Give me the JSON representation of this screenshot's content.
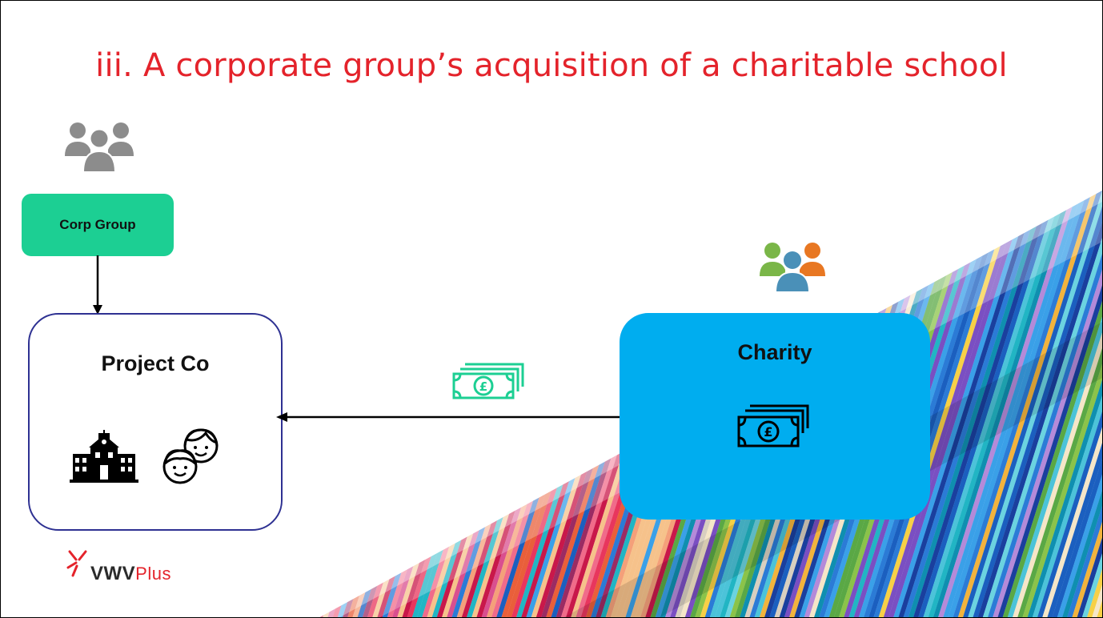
{
  "slide": {
    "title": "iii. A corporate group’s acquisition of a charitable school"
  },
  "nodes": {
    "corp_group": {
      "label": "Corp Group",
      "color": "#1ccf93"
    },
    "project_co": {
      "label": "Project Co",
      "border_color": "#2e3192"
    },
    "charity": {
      "label": "Charity",
      "color": "#00adef"
    }
  },
  "flows": [
    {
      "from": "Corp Group",
      "to": "Project Co",
      "type": "ownership"
    },
    {
      "from": "Charity",
      "to": "Project Co",
      "type": "payment",
      "icon": "pound-banknotes-icon",
      "color": "#1ccf93"
    }
  ],
  "icons": {
    "corp_people": {
      "name": "people-group-icon",
      "color": "#8c8c8c"
    },
    "charity_people": {
      "name": "people-group-icon",
      "colors": [
        "#7ab648",
        "#e87722",
        "#4a90b8"
      ]
    },
    "school": "school-building-icon",
    "children": "children-faces-icon"
  },
  "logo": {
    "brand": "VWV",
    "suffix": "Plus",
    "accent": "#e4232b"
  },
  "colors": {
    "title": "#e4232b",
    "arrow": "#000000"
  }
}
